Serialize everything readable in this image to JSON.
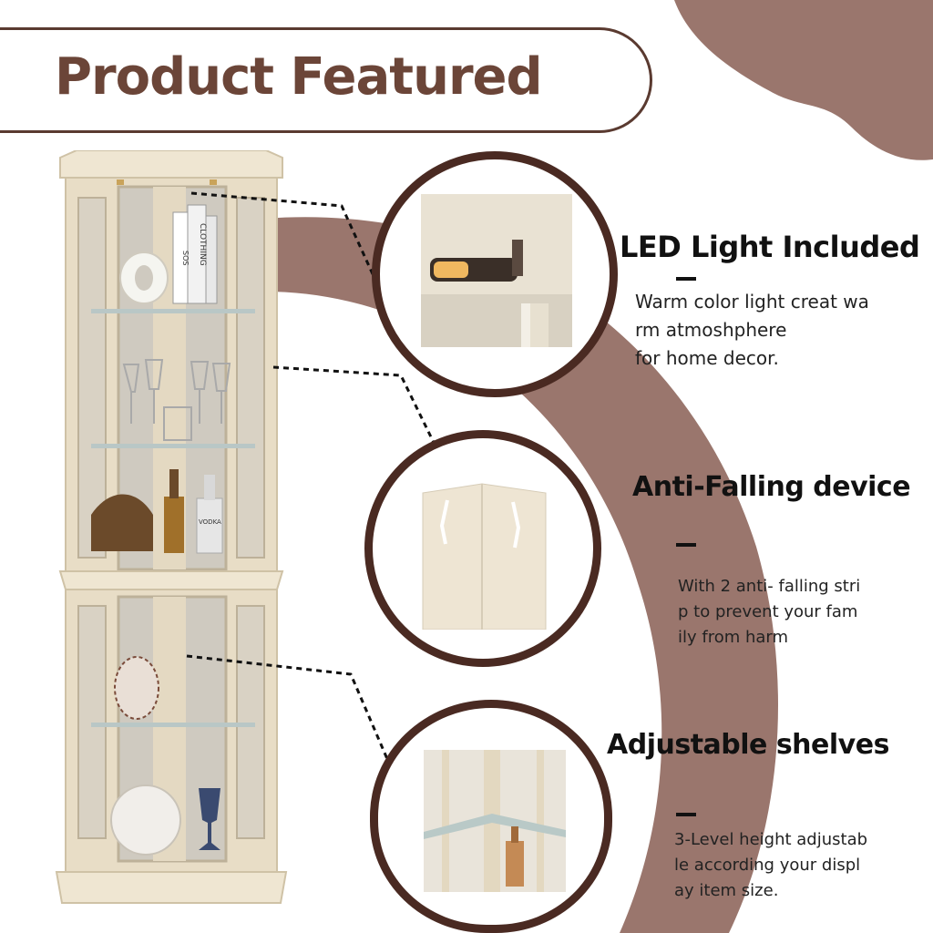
{
  "header": {
    "title": "Product Featured"
  },
  "colors": {
    "brand_brown": "#9a766d",
    "dark_brown": "#4a2a22",
    "title_brown": "#6b4538",
    "wood": "#ece2cd"
  },
  "features": [
    {
      "title": "LED Light  Included",
      "description": [
        "Warm color light creat  wa",
        "rm atmoshphere",
        "for home decor."
      ]
    },
    {
      "title": "Anti-Falling device",
      "description": [
        "With 2 anti- falling stri",
        "p to prevent  your fam",
        "ily from harm"
      ]
    },
    {
      "title": "Adjustable shelves",
      "description": [
        "3-Level height adjustab",
        "le according your displ",
        "ay item size."
      ]
    }
  ],
  "product_image": {
    "book_spine_1": "CLOTHING",
    "book_spine_2": "SOS",
    "bottle_label": "VODKA"
  }
}
